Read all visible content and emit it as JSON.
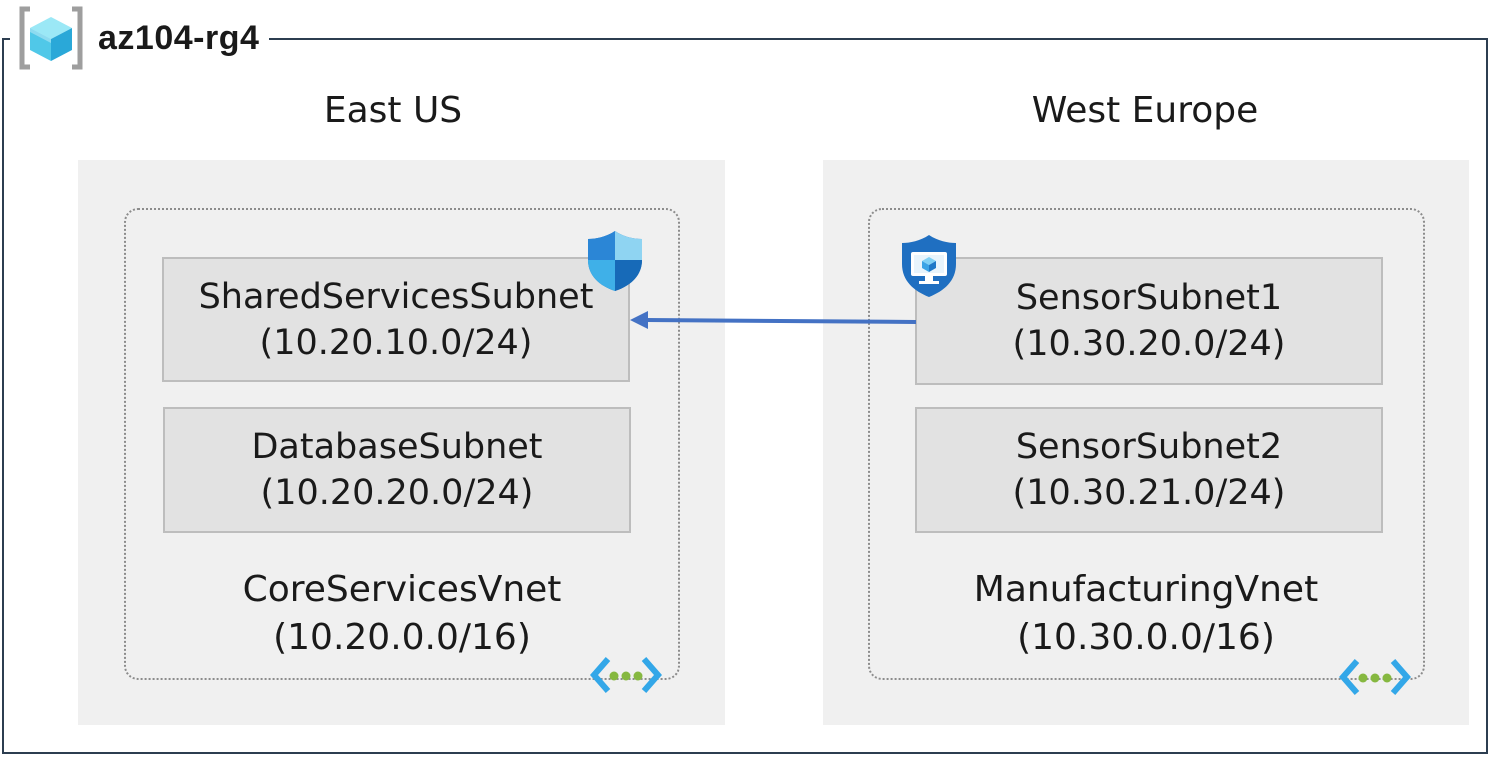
{
  "resource_group": {
    "name": "az104-rg4",
    "icon": "resource-group-icon"
  },
  "regions": [
    {
      "name": "East US",
      "vnet": {
        "name": "CoreServicesVnet",
        "cidr": "(10.20.0.0/16)",
        "icon": "virtual-network-icon"
      },
      "subnets": [
        {
          "name": "SharedServicesSubnet",
          "cidr": "(10.20.10.0/24)",
          "badge": "network-security-group-icon"
        },
        {
          "name": "DatabaseSubnet",
          "cidr": "(10.20.20.0/24)"
        }
      ]
    },
    {
      "name": "West Europe",
      "vnet": {
        "name": "ManufacturingVnet",
        "cidr": "(10.30.0.0/16)",
        "icon": "virtual-network-icon"
      },
      "subnets": [
        {
          "name": "SensorSubnet1",
          "cidr": "(10.30.20.0/24)",
          "badge": "virtual-machine-icon"
        },
        {
          "name": "SensorSubnet2",
          "cidr": "(10.30.21.0/24)"
        }
      ]
    }
  ],
  "connections": [
    {
      "from": "SensorSubnet1",
      "to": "SharedServicesSubnet"
    }
  ],
  "colors": {
    "frame": "#2c3e50",
    "region_bg": "#f0f0f0",
    "subnet_bg": "#e2e2e2",
    "arrow": "#4472c4",
    "azure_blue": "#1e88e5"
  }
}
